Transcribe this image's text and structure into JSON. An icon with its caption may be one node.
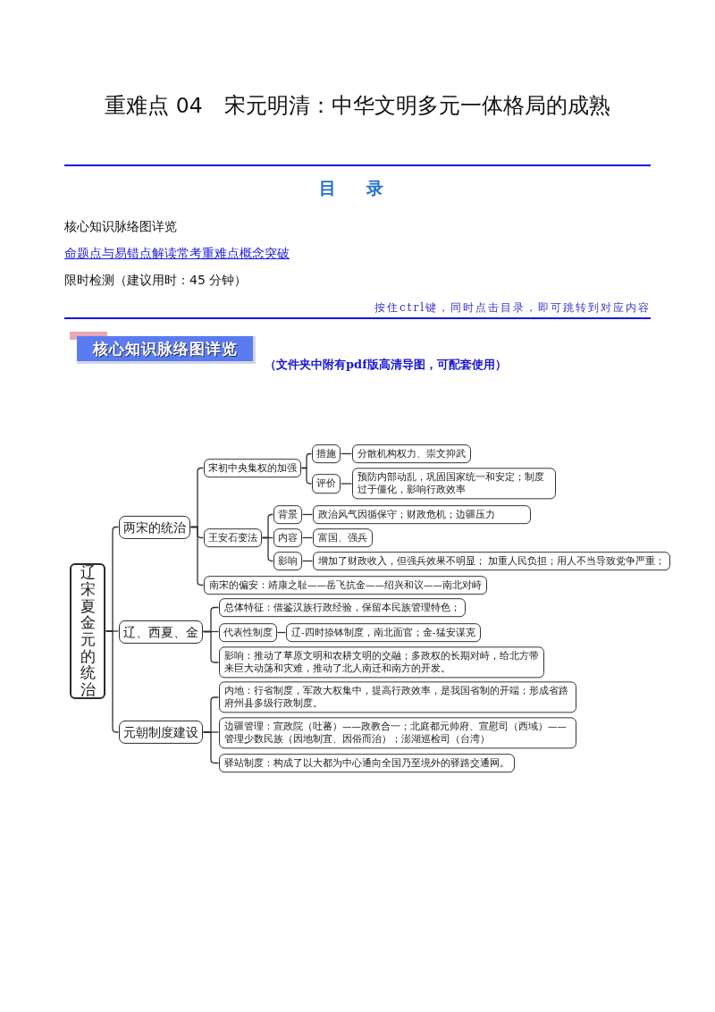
{
  "diagram": {
    "title": "重难点 04　宋元明清：中华文明多元一体格局的成熟",
    "nodes": [
      {
        "text": [
          "辽宋夏金元的统治"
        ]
      },
      {
        "text": [
          "两宋的统治"
        ]
      },
      {
        "text": [
          "宋初中央集权的加强"
        ]
      },
      {
        "text": [
          "措施"
        ]
      },
      {
        "text": [
          "分散机构权力、崇文抑武"
        ]
      },
      {
        "text": [
          "评价"
        ]
      },
      {
        "text": [
          "预防内部动乱，巩固国家统一和安定；制度过于僵化，影响行政效率"
        ]
      },
      {
        "text": [
          "王安石变法"
        ]
      },
      {
        "text": [
          "背景"
        ]
      },
      {
        "text": [
          "政治风气因循保守；财政危机；边疆压力"
        ]
      },
      {
        "text": [
          "内容"
        ]
      },
      {
        "text": [
          "富国、强兵"
        ]
      },
      {
        "text": [
          "影响"
        ]
      },
      {
        "text": [
          "增加了财政收入，但强兵效果不明显； 加重人民负担；用人不当导致党争严重；"
        ]
      },
      {
        "text": [
          "南宋的偏安：靖康之耻——岳飞抗金——绍兴和议——南北对峙"
        ]
      },
      {
        "text": [
          "辽、西夏、金"
        ]
      },
      {
        "text": [
          "总体特征：借鉴汉族行政经验，保留本民族管理特色；"
        ]
      },
      {
        "text": [
          "代表性制度"
        ]
      },
      {
        "text": [
          "辽-四时捺钵制度，南北面官；金-猛安谋克"
        ]
      },
      {
        "text": [
          "影响：推动了草原文明和农耕文明的交融；多政权的长期对峙，给北方带来巨大动荡和灾难，推动了北人南迁和南方的开发。"
        ]
      },
      {
        "text": [
          "元朝制度建设"
        ]
      },
      {
        "text": [
          "内地：行省制度，军政大权集中，提高行政效率，是我国省制的开端；形成省路府州县多级行政制度。"
        ]
      },
      {
        "text": [
          "边疆管理：宣政院（吐蕃）——政教合一；北庭都元帅府、宣慰司（西域）——管理少数民族（因地制宜、因俗而治）；澎湖巡检司（台湾）"
        ]
      },
      {
        "text": [
          "驿站制度：构成了以大都为中心通向全国乃至境外的驿路交通网。"
        ]
      }
    ],
    "edges": [
      {
        "from": 0,
        "to": 1,
        "arrow": "none"
      },
      {
        "from": 0,
        "to": 15,
        "arrow": "none"
      },
      {
        "from": 0,
        "to": 20,
        "arrow": "none"
      },
      {
        "from": 1,
        "to": 2,
        "arrow": "none"
      },
      {
        "from": 1,
        "to": 7,
        "arrow": "none"
      },
      {
        "from": 1,
        "to": 14,
        "arrow": "none"
      },
      {
        "from": 2,
        "to": 3,
        "arrow": "none"
      },
      {
        "from": 2,
        "to": 5,
        "arrow": "none"
      },
      {
        "from": 3,
        "to": 4,
        "arrow": "none"
      },
      {
        "from": 5,
        "to": 6,
        "arrow": "none"
      },
      {
        "from": 7,
        "to": 8,
        "arrow": "none"
      },
      {
        "from": 7,
        "to": 10,
        "arrow": "none"
      },
      {
        "from": 7,
        "to": 12,
        "arrow": "none"
      },
      {
        "from": 8,
        "to": 9,
        "arrow": "none"
      },
      {
        "from": 10,
        "to": 11,
        "arrow": "none"
      },
      {
        "from": 12,
        "to": 13,
        "arrow": "none"
      },
      {
        "from": 15,
        "to": 16,
        "arrow": "none"
      },
      {
        "from": 15,
        "to": 17,
        "arrow": "none"
      },
      {
        "from": 15,
        "to": 19,
        "arrow": "none"
      },
      {
        "from": 17,
        "to": 18,
        "arrow": "none"
      },
      {
        "from": 20,
        "to": 21,
        "arrow": "none"
      },
      {
        "from": 20,
        "to": 22,
        "arrow": "none"
      },
      {
        "from": 20,
        "to": 23,
        "arrow": "none"
      }
    ],
    "labels": [
      "目 录",
      "核心知识脉络图详览",
      "命题点与易错点解读常考重难点概念突破",
      "限时检测（建议用时：45 分钟）",
      "按住ctrl键，同时点击目录，即可跳转到对应内容",
      "核心知识脉络图详览",
      "（文件夹中附有pdf版高清导图，可配套使用）"
    ]
  }
}
